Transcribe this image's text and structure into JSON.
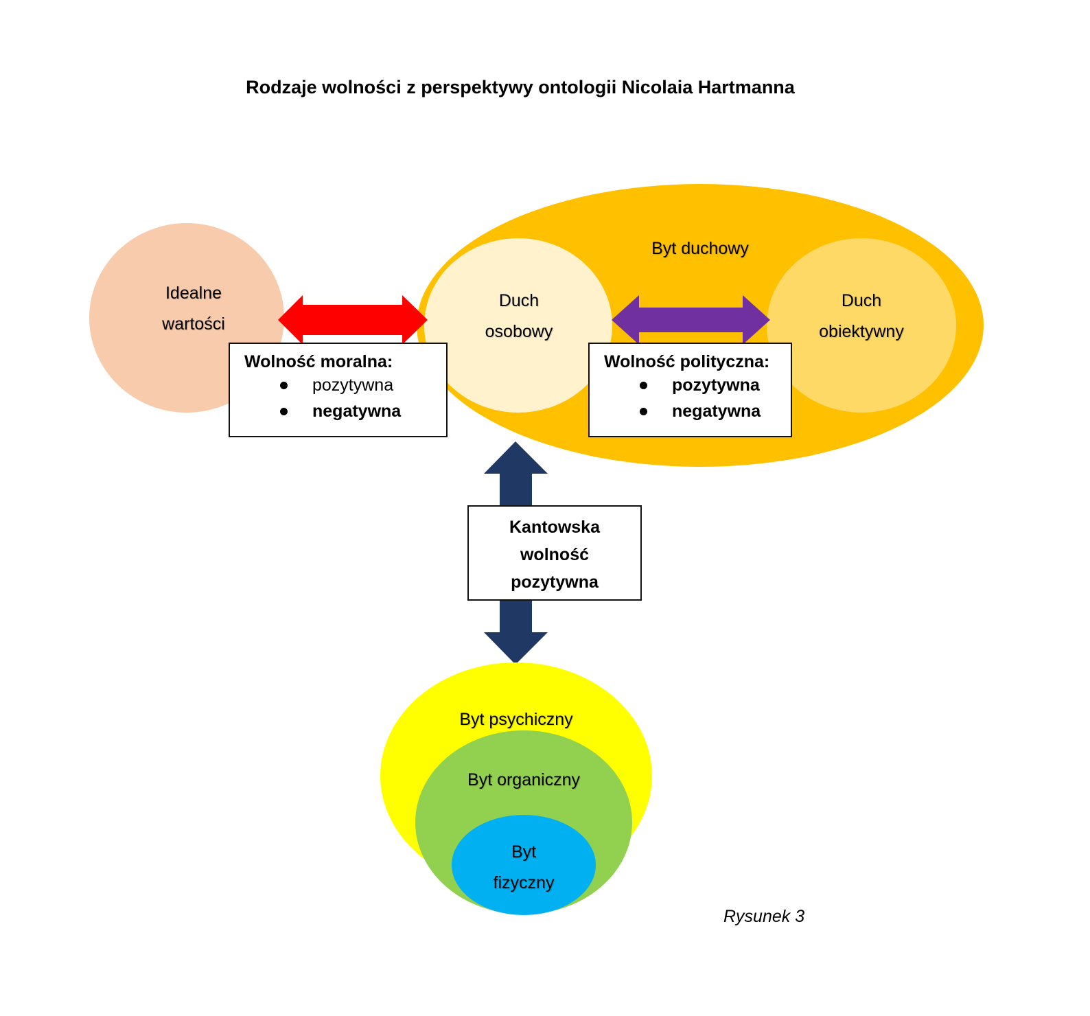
{
  "title": "Rodzaje wolności z perspektywy ontologii Nicolaia Hartmanna",
  "colors": {
    "ideal_values": "#F7CBAC",
    "spiritual_being": "#FFC000",
    "personal_spirit": "#FFF2CC",
    "objective_spirit": "#FFD966",
    "moral_arrow": "#FF0000",
    "political_arrow": "#7030A0",
    "kantian_arrow": "#203864",
    "psychic_being": "#FFFF00",
    "organic_being": "#92D050",
    "physical_being": "#00B0F0"
  },
  "nodes": {
    "ideal_values": [
      "Idealne",
      "wartości"
    ],
    "spiritual_being": "Byt duchowy",
    "personal_spirit": [
      "Duch",
      "osobowy"
    ],
    "objective_spirit": [
      "Duch",
      "obiektywny"
    ],
    "psychic_being": "Byt psychiczny",
    "organic_being": "Byt organiczny",
    "physical_being": [
      "Byt",
      "fizyczny"
    ]
  },
  "moral_freedom": {
    "heading": "Wolność moralna:",
    "items": [
      {
        "label": "pozytywna",
        "bold": false
      },
      {
        "label": "negatywna",
        "bold": true
      }
    ]
  },
  "political_freedom": {
    "heading": "Wolność polityczna:",
    "items": [
      {
        "label": "pozytywna",
        "bold": true
      },
      {
        "label": "negatywna",
        "bold": true
      }
    ]
  },
  "kantian_freedom": [
    "Kantowska",
    "wolność",
    "pozytywna"
  ],
  "caption": "Rysunek 3"
}
